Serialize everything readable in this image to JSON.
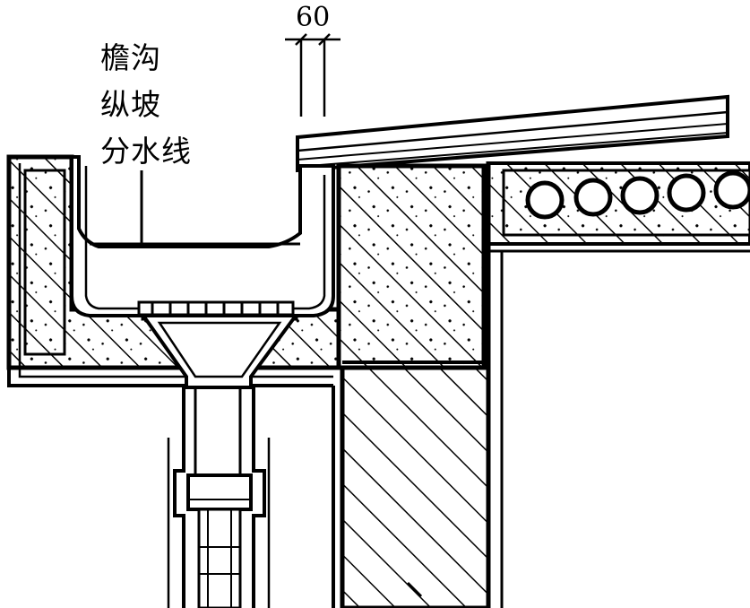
{
  "labels": {
    "dimension": "60",
    "gutter_line1": "檐沟",
    "gutter_line2": "纵坡",
    "gutter_line3": "分水线"
  },
  "colors": {
    "ink": "#000000",
    "paper": "#ffffff"
  }
}
